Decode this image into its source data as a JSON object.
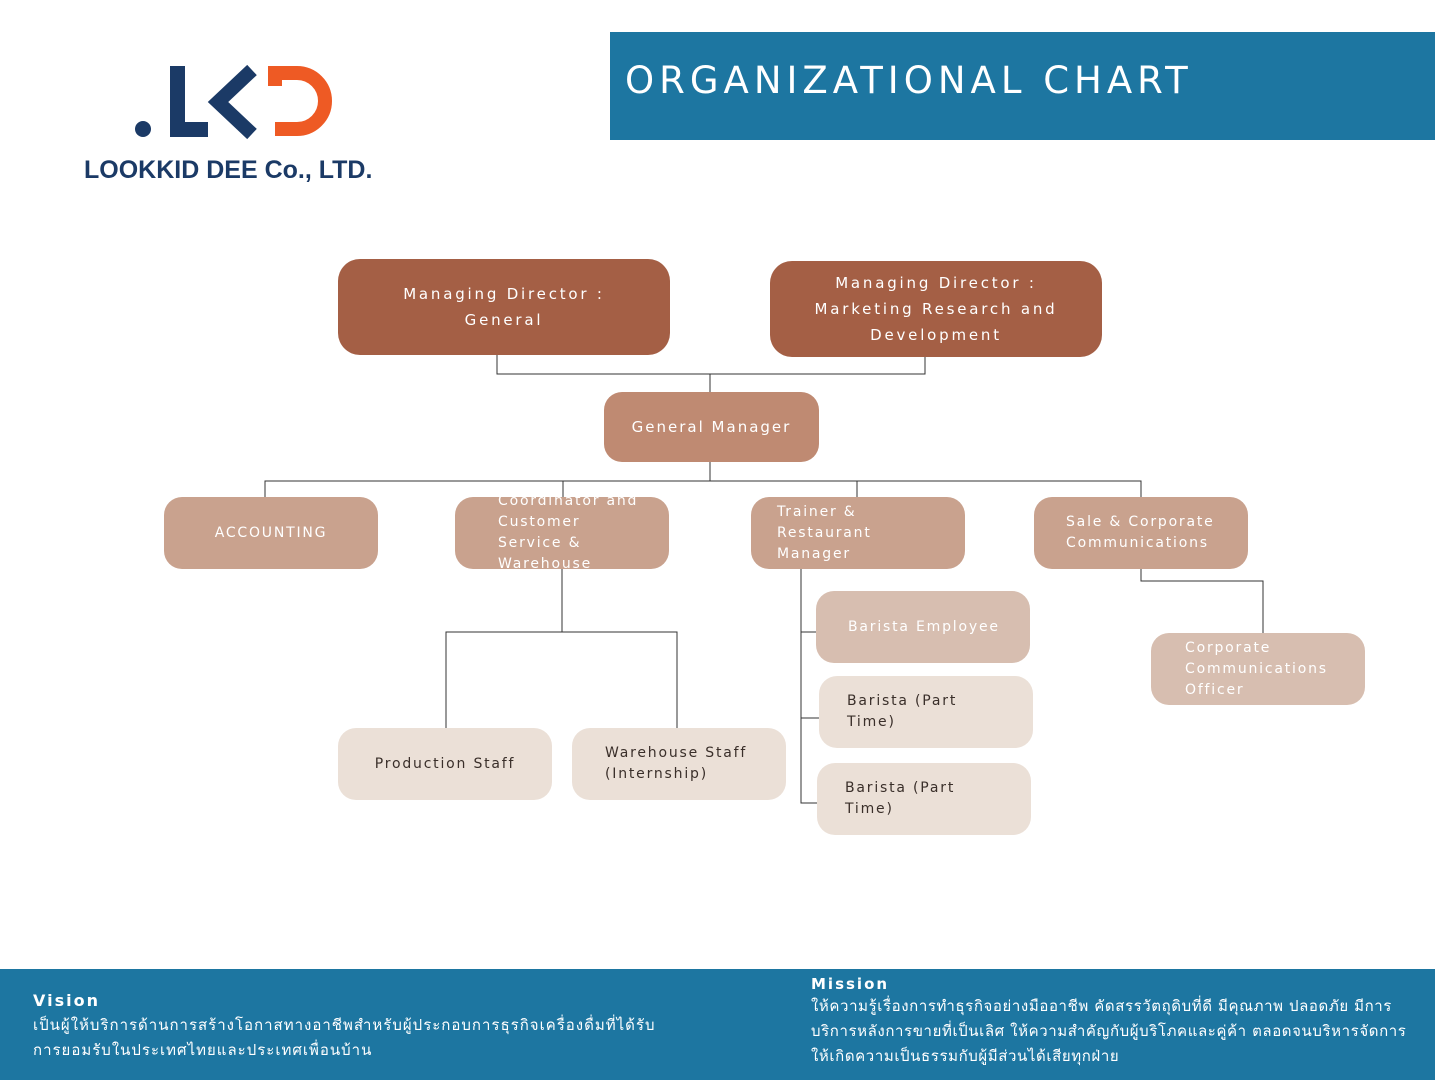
{
  "header": {
    "company_name": "LOOKKID DEE Co., LTD.",
    "title": "ORGANIZATIONAL CHART"
  },
  "colors": {
    "brand_blue": "#1d76a1",
    "logo_navy": "#1b3a66",
    "logo_orange": "#ee5a24"
  },
  "org": {
    "md_general": "Managing Director : General",
    "md_marketing": "Managing Director : Marketing Research and Development",
    "general_manager": "General Manager",
    "accounting": "ACCOUNTING",
    "coordinator": "Coordinator and Customer Service & Warehouse",
    "trainer": "Trainer & Restaurant Manager",
    "sale": "Sale & Corporate Communications",
    "production_staff": "Production Staff",
    "warehouse_staff": "Warehouse Staff (Internship)",
    "barista_employee": "Barista Employee",
    "barista_part_time_1": "Barista (Part Time)",
    "barista_part_time_2": "Barista (Part Time)",
    "corporate_officer": "Corporate Communications Officer"
  },
  "footer": {
    "vision_title": "Vision",
    "vision_text": "เป็นผู้ให้บริการด้านการสร้างโอกาสทางอาชีพสำหรับผู้ประกอบการธุรกิจเครื่องดื่มที่ได้รับการยอมรับในประเทศไทยและประเทศเพื่อนบ้าน",
    "mission_title": "Mission",
    "mission_text": "ให้ความรู้เรื่องการทำธุรกิจอย่างมืออาชีพ คัดสรรวัตถุดิบที่ดี มีคุณภาพ ปลอดภัย มีการบริการหลังการขายที่เป็นเลิศ ให้ความสำคัญกับผู้บริโภคและคู่ค้า ตลอดจนบริหารจัดการให้เกิดความเป็นธรรมกับผู้มีส่วนได้เสียทุกฝ่าย"
  }
}
